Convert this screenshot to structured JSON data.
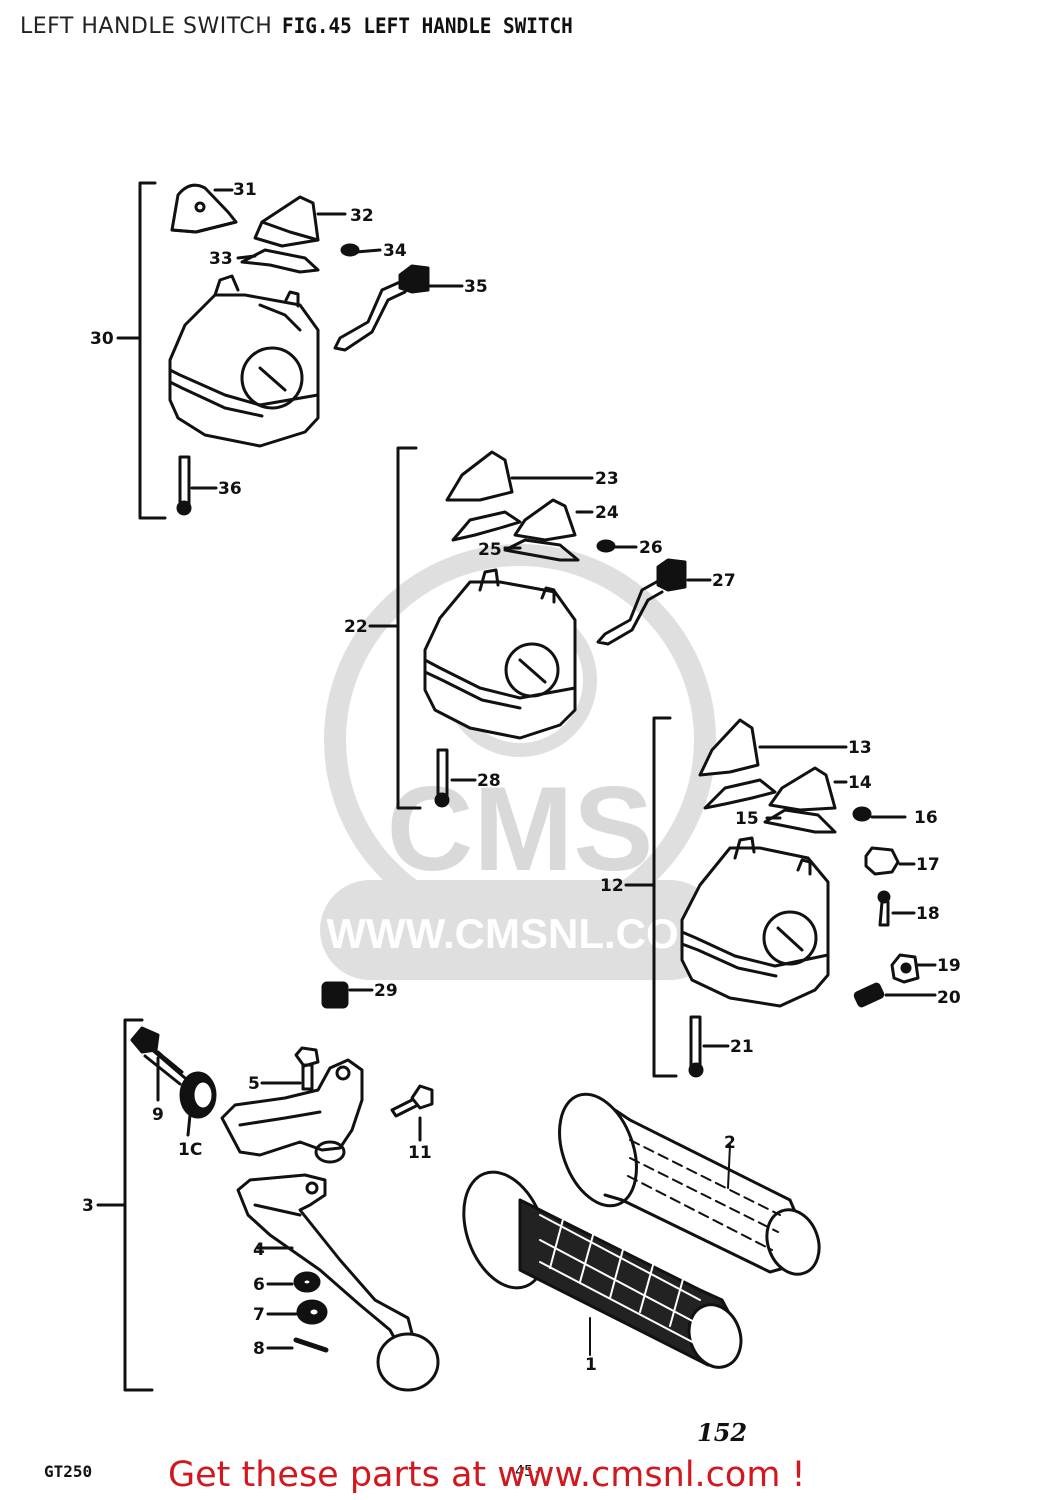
{
  "header": {
    "page_title": "LEFT HANDLE SWITCH",
    "figure_title": "FIG.45  LEFT HANDLE SWITCH"
  },
  "watermark": {
    "brand": "CMS",
    "url": "WWW.CMSNL.COM"
  },
  "callouts": {
    "n1": "1",
    "n2": "2",
    "n3": "3",
    "n4": "4",
    "n5": "5",
    "n6": "6",
    "n7": "7",
    "n8": "8",
    "n9": "9",
    "n10": "1C",
    "n11": "11",
    "n12": "12",
    "n13": "13",
    "n14": "14",
    "n15": "15",
    "n16": "16",
    "n17": "17",
    "n18": "18",
    "n19": "19",
    "n20": "20",
    "n21": "21",
    "n22": "22",
    "n23": "23",
    "n24": "24",
    "n25": "25",
    "n26": "26",
    "n27": "27",
    "n28": "28",
    "n29": "29",
    "n30": "30",
    "n31": "31",
    "n32": "32",
    "n33": "33",
    "n34": "34",
    "n35": "35",
    "n36": "36"
  },
  "footer": {
    "model": "GT250",
    "page_number": "152",
    "figure_ref": "45-",
    "cta": "Get these parts at www.cmsnl.com !"
  },
  "colors": {
    "line": "#111111",
    "cta": "#d0181e",
    "watermark": "#9a9a9a"
  }
}
